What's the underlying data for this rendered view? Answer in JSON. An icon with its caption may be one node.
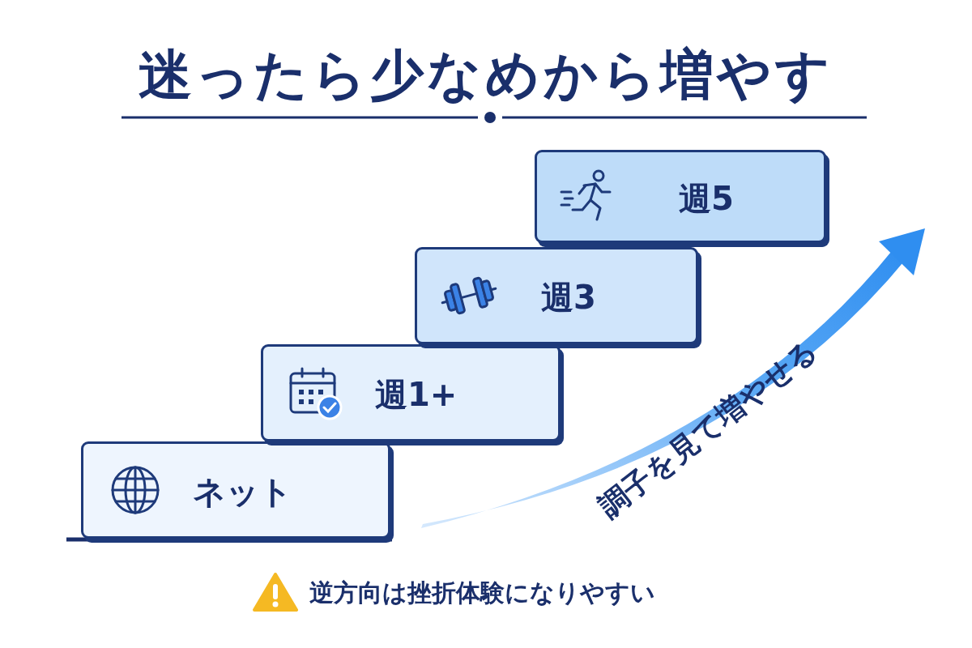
{
  "diagram": {
    "title": "迷ったら少なめから増やす",
    "nodes": [
      {
        "text": [
          "ネット"
        ]
      },
      {
        "text": [
          "週1+"
        ]
      },
      {
        "text": [
          "週3"
        ]
      },
      {
        "text": [
          "週5"
        ]
      }
    ],
    "labels": [
      "調子を見て増やせる",
      "逆方向は挫折体験になりやすい"
    ]
  }
}
